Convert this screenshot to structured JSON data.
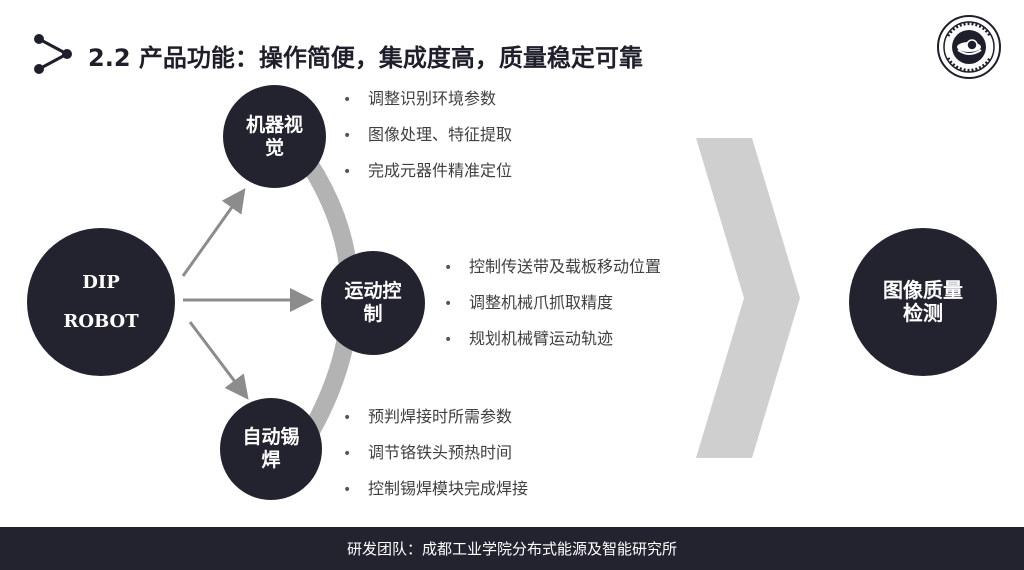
{
  "header": {
    "title": "2.2  产品功能：操作简便，集成度高，质量稳定可靠"
  },
  "diagram": {
    "source_lines": [
      "DIP",
      "ROBOT"
    ],
    "nodes": [
      {
        "label": "机器视觉",
        "bullets": [
          "调整识别环境参数",
          "图像处理、特征提取",
          "完成元器件精准定位"
        ]
      },
      {
        "label": "运动控制",
        "bullets": [
          "控制传送带及载板移动位置",
          "调整机械爪抓取精度",
          "规划机械臂运动轨迹"
        ]
      },
      {
        "label": "自动锡焊",
        "bullets": [
          "预判焊接时所需参数",
          "调节铬铁头预热时间",
          "控制锡焊模块完成焊接"
        ]
      }
    ],
    "result": "图像质量检测",
    "bullet_glyph": "•"
  },
  "footer": {
    "text": "研发团队：成都工业学院分布式能源及智能研究所"
  },
  "colors": {
    "dark": "#232330",
    "arrow": "#8c8c8c",
    "arc": "#b3b3b3",
    "chevron": "#cfcfcf",
    "text": "#404040"
  },
  "icons": [
    "share-nodes-icon",
    "institute-seal-logo"
  ]
}
